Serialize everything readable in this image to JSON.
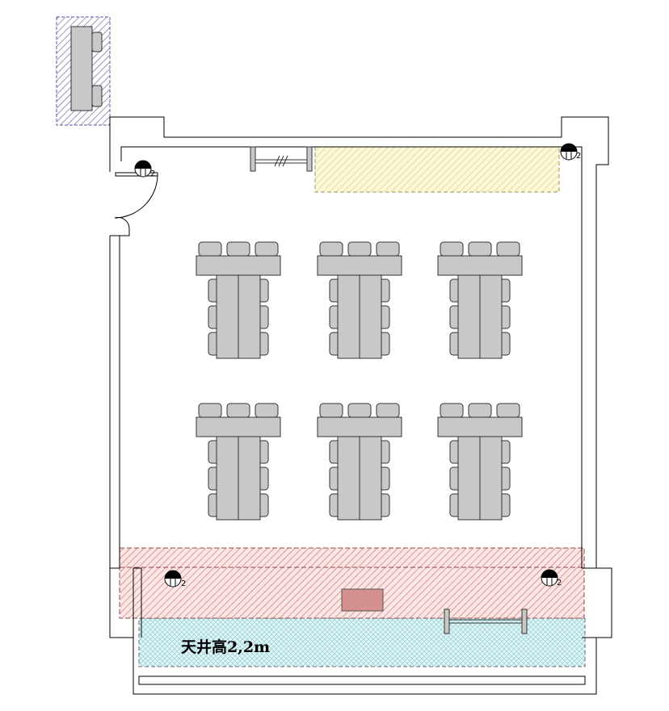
{
  "ceiling_label": "天井高2,2m",
  "speaker_number": "2",
  "colors": {
    "wall": "#000000",
    "furniture_fill": "#c8c8c8",
    "furniture_stroke": "#333333",
    "zone_yellow": "#e6dc6e",
    "zone_red": "#d86a6a",
    "zone_cyan": "#8fcfd6",
    "zone_blue": "#5a5aa0",
    "podium": "#d59090"
  },
  "icons": {
    "speaker": "ceiling-speaker-icon",
    "door": "door-swing-icon"
  },
  "table_groups": {
    "rows": 2,
    "columns": 3,
    "side_chairs_per_side": 3,
    "head_chairs": 3
  }
}
